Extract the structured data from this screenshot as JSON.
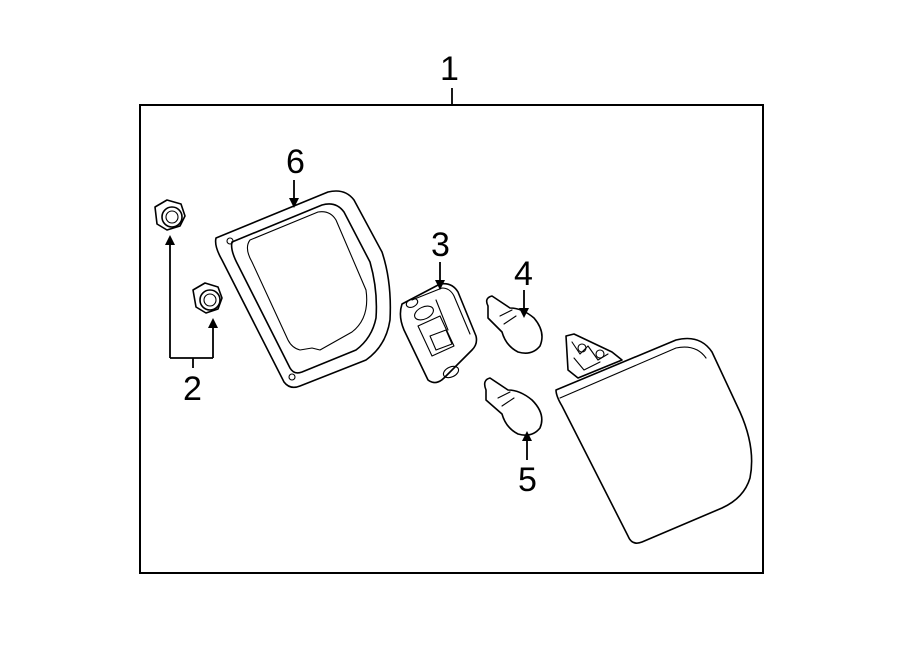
{
  "diagram": {
    "callouts": {
      "assembly": "1",
      "nut": "2",
      "socket": "3",
      "bulb_upper": "4",
      "bulb_lower": "5",
      "gasket": "6"
    }
  }
}
